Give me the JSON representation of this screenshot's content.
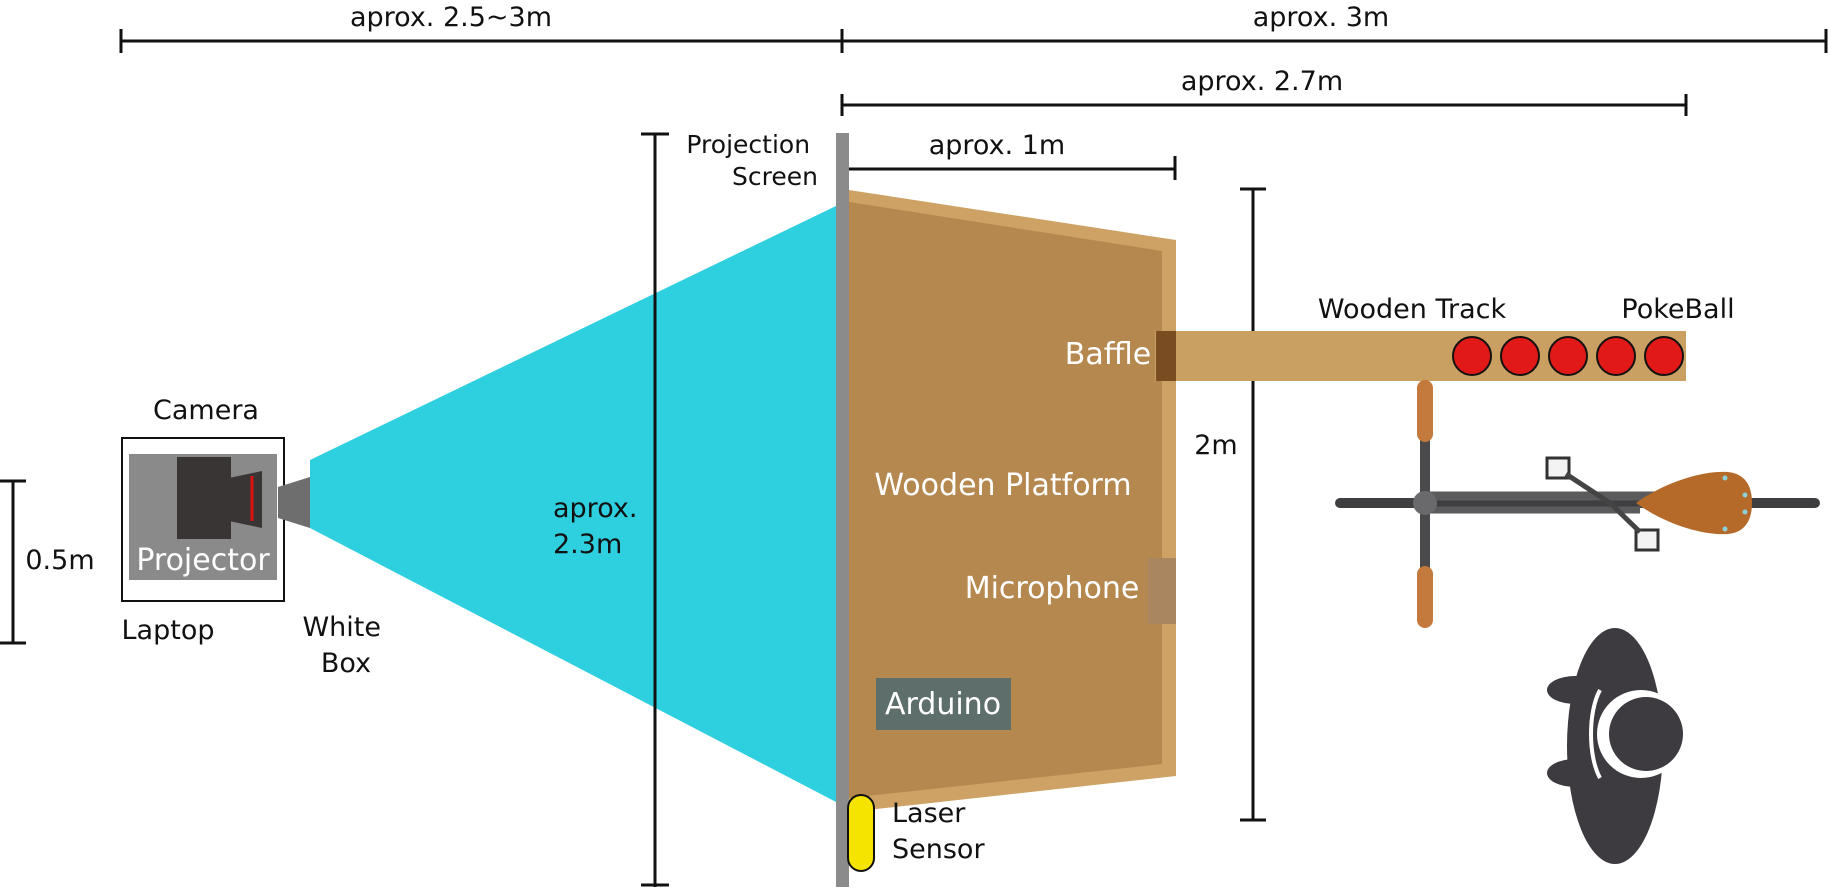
{
  "dimensions": {
    "left_width": "aprox. 2.5~3m",
    "right_width": "aprox. 3m",
    "track_length": "aprox. 2.7m",
    "platform_depth": "aprox. 1m",
    "screen_height": [
      "aprox.",
      "2.3m"
    ],
    "platform_width": "2m",
    "projector_height": "0.5m"
  },
  "labels": {
    "projection_screen": [
      "Projection",
      "Screen"
    ],
    "camera": "Camera",
    "projector": "Projector",
    "laptop": "Laptop",
    "white_box": [
      "White",
      "Box"
    ],
    "wooden_platform": "Wooden Platform",
    "baffle": "Baffle",
    "wooden_track": "Wooden Track",
    "pokeball": "PokeBall",
    "microphone": "Microphone",
    "arduino": "Arduino",
    "laser_sensor": [
      "Laser",
      "Sensor"
    ]
  },
  "pokeball_count": 5,
  "colors": {
    "projection_beam": "#2ecfdf",
    "platform": "#b5884f",
    "platform_edge": "#cda264",
    "track": "#c9a061",
    "baffle": "#7a4c22",
    "pokeball": "#e11919",
    "screen": "#8b8b8b",
    "arduino_box": "#5e6e6b",
    "laser_sensor": "#f4e400",
    "projector_body": "#8a8a8a",
    "camera_body": "#3a3535",
    "person": "#3d3a40",
    "bike_frame": "#5b5b5d",
    "bike_grip": "#c37a3c",
    "bike_saddle": "#b56a2a"
  }
}
